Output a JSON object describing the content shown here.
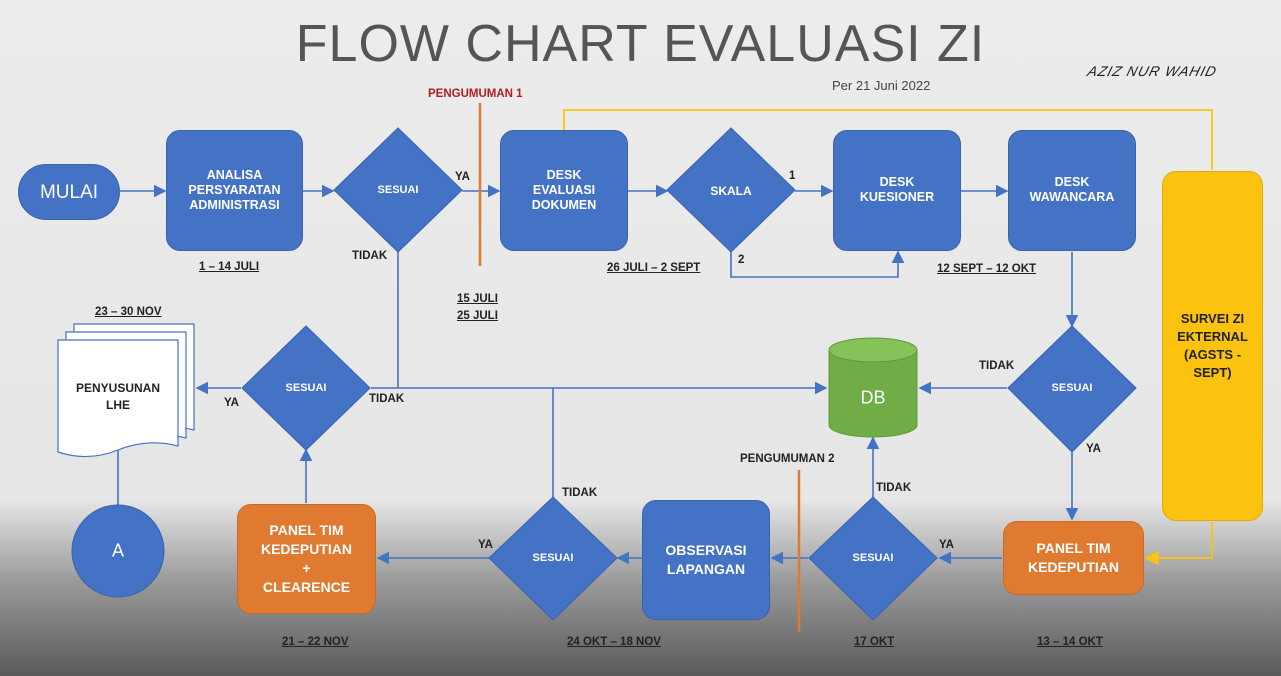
{
  "header": {
    "title": "FLOW CHART EVALUASI ZI",
    "date": "Per 21 Juni 2022",
    "signature": "AZIZ NUR WAHID"
  },
  "nodes": {
    "mulai": "MULAI",
    "analisa": "ANALISA\nPERSYARATAN\nADMINISTRASI",
    "sesuai_1": "SESUAI",
    "desk_dokumen": "DESK\nEVALUASI\nDOKUMEN",
    "skala": "SKALA",
    "desk_kuesioner": "DESK\nKUESIONER",
    "desk_wawancara": "DESK\nWAWANCARA",
    "survei": "SURVEI ZI\nEKTERNAL\n(AGSTS -\nSEPT)",
    "sesuai_right": "SESUAI",
    "db": "DB",
    "penyusunan": "PENYUSUNAN\nLHE",
    "sesuai_left": "SESUAI",
    "a": "A",
    "panel_clearence": "PANEL TIM\nKEDEPUTIAN\n+\nCLEARENCE",
    "sesuai_bottom_left": "SESUAI",
    "observasi": "OBSERVASI\nLAPANGAN",
    "sesuai_bottom_right": "SESUAI",
    "panel_kedeputian": "PANEL TIM\nKEDEPUTIAN"
  },
  "labels": {
    "pengumuman_1": "PENGUMUMAN 1",
    "pengumuman_2": "PENGUMUMAN 2",
    "ya_1": "YA",
    "tidak_1": "TIDAK",
    "skala_1": "1",
    "skala_2": "2",
    "tidak_right": "TIDAK",
    "ya_right": "YA",
    "ya_left": "YA",
    "tidak_left": "TIDAK",
    "tidak_bottom_left": "TIDAK",
    "ya_bottom_left": "YA",
    "tidak_bottom_right": "TIDAK",
    "ya_bottom_right": "YA"
  },
  "dates": {
    "analisa": "1 – 14 JULI",
    "pengumuman_1a": "15 JULI",
    "pengumuman_1b": "25 JULI",
    "desk_dokumen": "26 JULI – 2 SEPT",
    "desk": "12 SEPT – 12 OKT",
    "penyusunan": "23 – 30 NOV",
    "panel_clearence": "21 – 22 NOV",
    "observasi": "24 OKT – 18 NOV",
    "sesuai_bottom_right": "17 OKT",
    "panel_kedeputian": "13 – 14 OKT"
  },
  "colors": {
    "process": "#4472c4",
    "panel": "#e07a30",
    "survey": "#fbc20f",
    "database": "#70ad47",
    "announcement_line": "#e07a30",
    "announcement_text": "#b01e1e"
  }
}
